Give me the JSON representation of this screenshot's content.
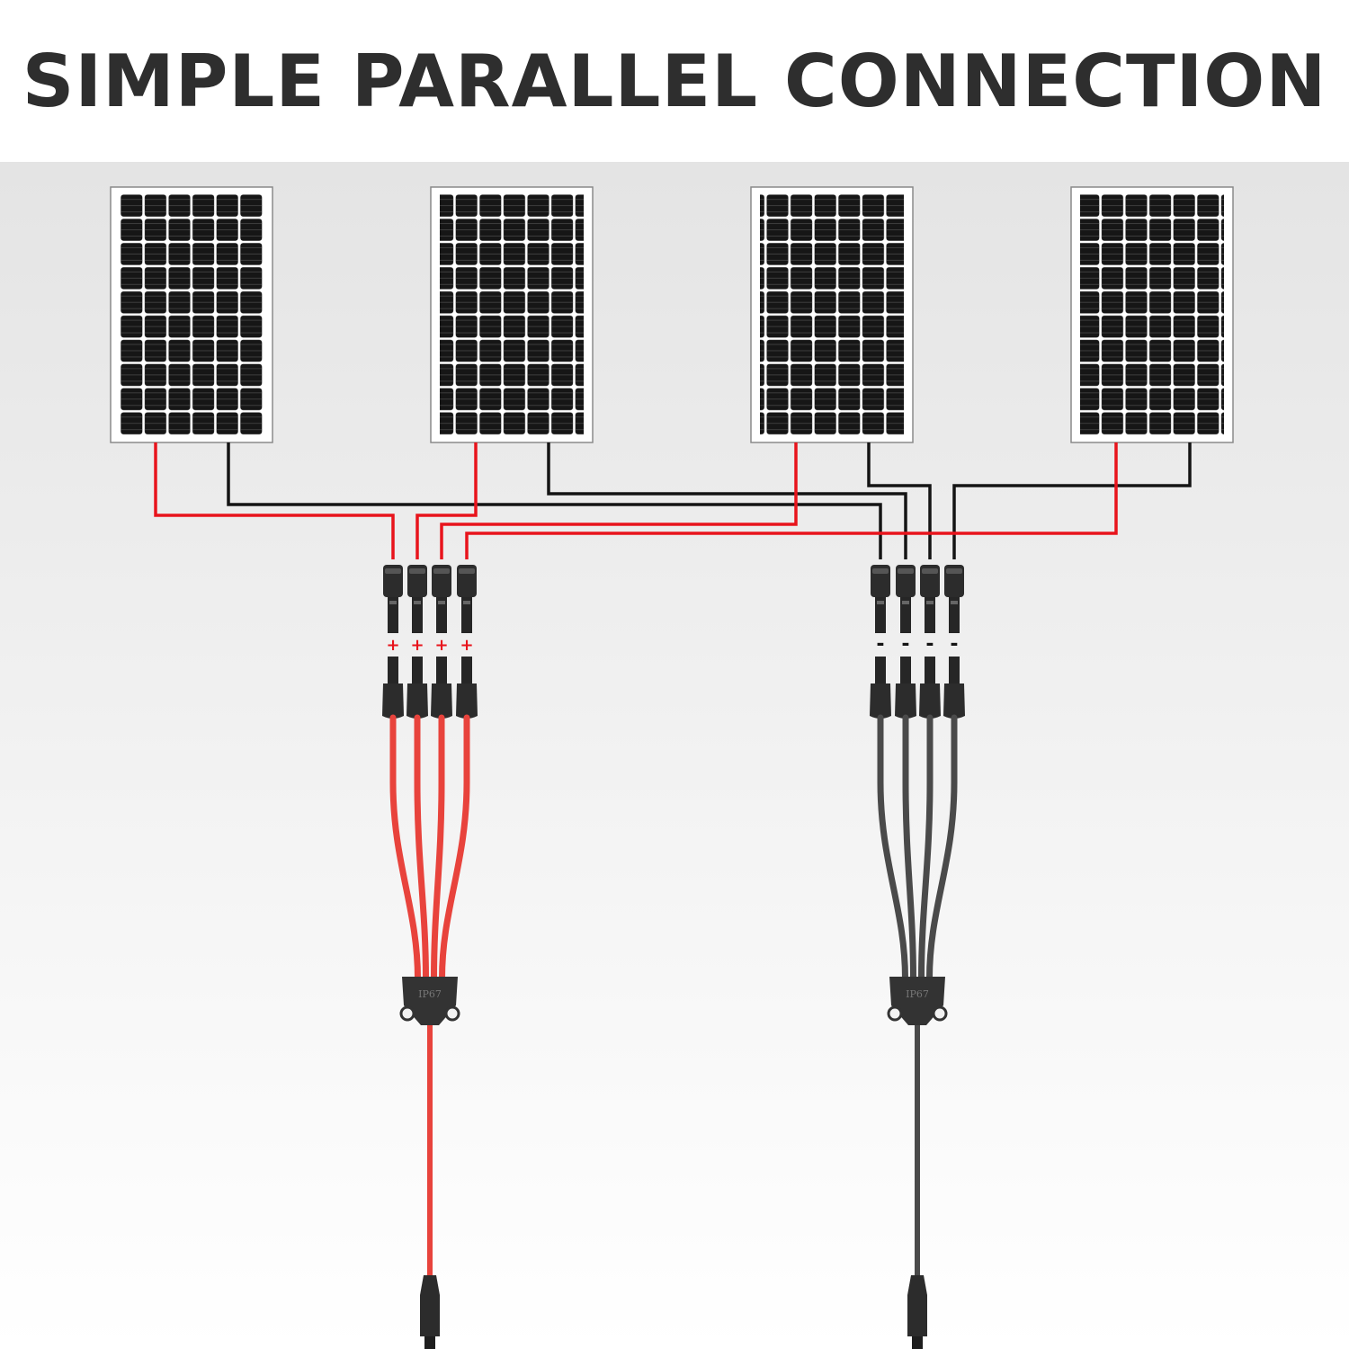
{
  "title": "SIMPLE PARALLEL CONNECTION",
  "colors": {
    "positive": "#e8141c",
    "negative": "#141414",
    "cable_red": "#e8433c",
    "cable_gray": "#4a4a4a",
    "connector": "#2c2c2c",
    "panel_cell": "#161616"
  },
  "panels": [
    {
      "name": "solar-panel-1"
    },
    {
      "name": "solar-panel-2"
    },
    {
      "name": "solar-panel-3"
    },
    {
      "name": "solar-panel-4"
    }
  ],
  "positive_branch": {
    "polarity_marks": [
      "+",
      "+",
      "+",
      "+"
    ],
    "hub_label": "IP67"
  },
  "negative_branch": {
    "polarity_marks": [
      "-",
      "-",
      "-",
      "-"
    ],
    "hub_label": "IP67"
  }
}
